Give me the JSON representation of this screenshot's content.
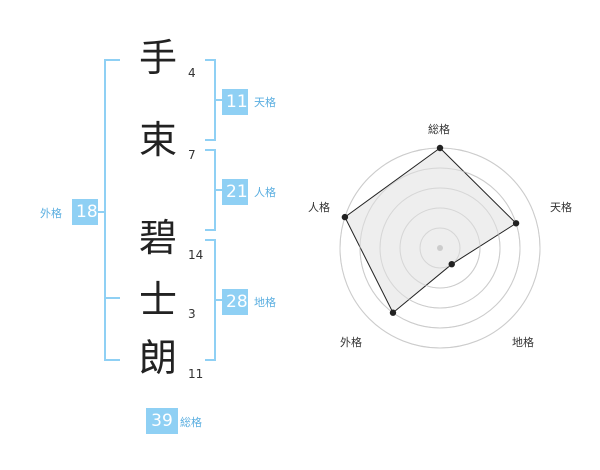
{
  "name_chars": [
    {
      "char": "手",
      "strokes": "4"
    },
    {
      "char": "束",
      "strokes": "7"
    },
    {
      "char": "碧",
      "strokes": "14"
    },
    {
      "char": "士",
      "strokes": "3"
    },
    {
      "char": "朗",
      "strokes": "11"
    }
  ],
  "fortunes": {
    "ten": {
      "value": "11",
      "label": "天格"
    },
    "jin": {
      "value": "21",
      "label": "人格"
    },
    "chi": {
      "value": "28",
      "label": "地格"
    },
    "gai": {
      "value": "18",
      "label": "外格"
    },
    "sou": {
      "value": "39",
      "label": "総格"
    }
  },
  "radar": {
    "axes": [
      "総格",
      "天格",
      "地格",
      "外格",
      "人格"
    ],
    "values": [
      5,
      4,
      1,
      4,
      5
    ],
    "max": 5,
    "fill": "#ebebeb",
    "ring_color": "#cccccc"
  },
  "colors": {
    "bracket": "#8fd0f4",
    "badge": "#8fd0f4",
    "label": "#5aaee0"
  }
}
